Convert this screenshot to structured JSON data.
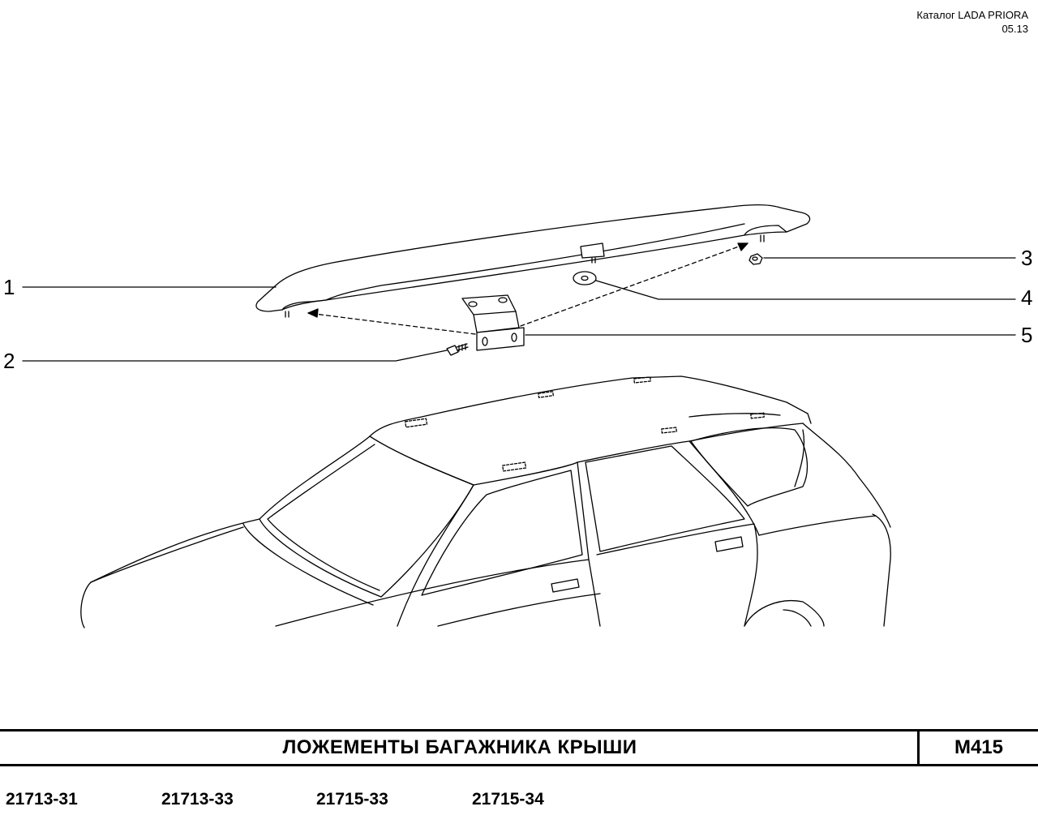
{
  "header": {
    "catalog": "Каталог  LADA  PRIORA",
    "date": "05.13"
  },
  "callouts": [
    "1",
    "2",
    "3",
    "4",
    "5"
  ],
  "title_bar": {
    "title": "ЛОЖЕМЕНТЫ  БАГАЖНИКА  КРЫШИ",
    "code": "М415"
  },
  "models": [
    "21713-31",
    "21713-33",
    "21715-33",
    "21715-34"
  ]
}
